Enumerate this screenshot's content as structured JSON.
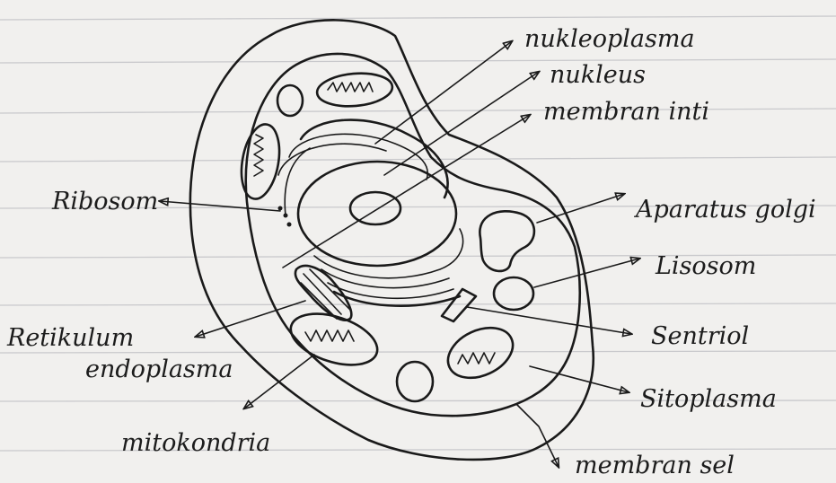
{
  "diagram": {
    "labels": {
      "nukleoplasma": "nukleoplasma",
      "nukleus": "nukleus",
      "membran_inti": "membran inti",
      "ribosom": "Ribosom",
      "aparatus_golgi": "Aparatus golgi",
      "lisosom": "Lisosom",
      "retikulum": "Retikulum",
      "endoplasma": "endoplasma",
      "sentriol": "Sentriol",
      "mitokondria": "mitokondria",
      "sitoplasma": "Sitoplasma",
      "membran_sel": "membran sel"
    }
  }
}
